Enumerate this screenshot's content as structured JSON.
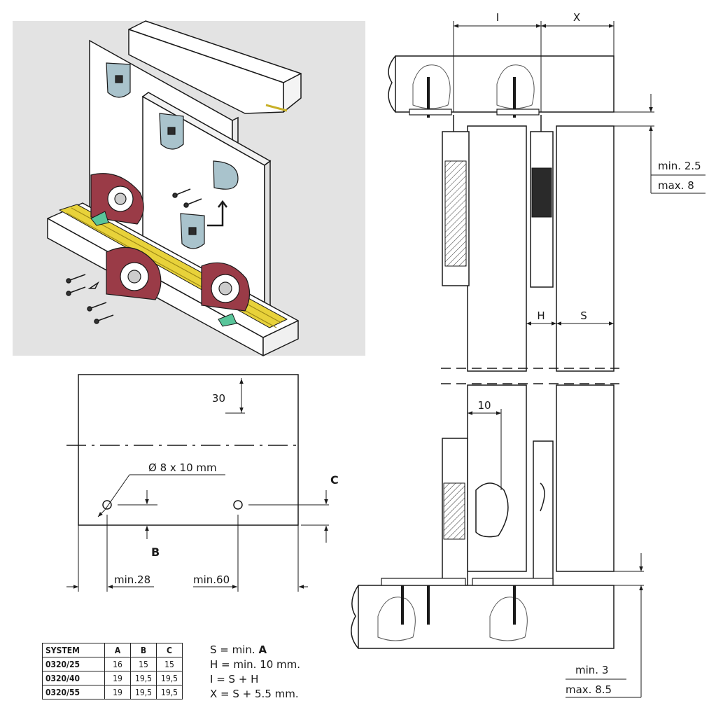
{
  "labels": {
    "I": "I",
    "X": "X",
    "H": "H",
    "S": "S",
    "gap_min": "min. 2.5",
    "gap_max": "max. 8",
    "ten": "10",
    "bottom_min": "min. 3",
    "bottom_max": "max. 8.5",
    "thirty": "30",
    "drill": "Ø 8 x 10 mm",
    "C": "C",
    "B": "B",
    "min28": "min.28",
    "min60": "min.60"
  },
  "table": {
    "headers": [
      "SYSTEM",
      "A",
      "B",
      "C"
    ],
    "rows": [
      [
        "0320/25",
        "16",
        "15",
        "15"
      ],
      [
        "0320/40",
        "19",
        "19,5",
        "19,5"
      ],
      [
        "0320/55",
        "19",
        "19,5",
        "19,5"
      ]
    ]
  },
  "formulas": [
    {
      "text": "S = min. ",
      "bold": "A"
    },
    {
      "text": "H = min. 10 mm.",
      "bold": ""
    },
    {
      "text": "I = S + H",
      "bold": ""
    },
    {
      "text": "X = S + 5.5 mm.",
      "bold": ""
    }
  ],
  "colors": {
    "background_panel": "#e3e3e3",
    "track_yellow": "#e8d23a",
    "roller_red": "#9a3b47",
    "guide_blue": "#a9c3cc",
    "guide_green": "#59c59a"
  }
}
